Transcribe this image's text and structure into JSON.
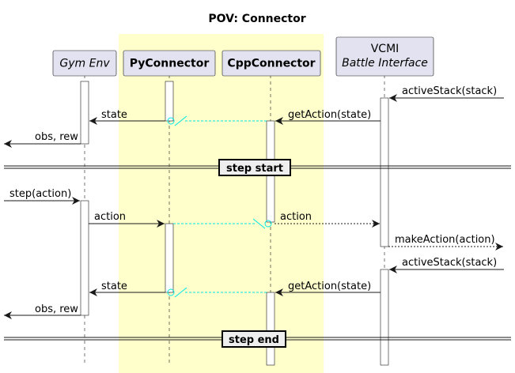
{
  "title": "POV: Connector",
  "participants": {
    "gym_env": "Gym Env",
    "py_connector": "PyConnector",
    "cpp_connector": "CppConnector",
    "vcmi_line1": "VCMI",
    "vcmi_line2": "Battle Interface"
  },
  "messages": {
    "m1": "activeStack(stack)",
    "m2": "getAction(state)",
    "m3": "state",
    "m4": "obs, rew",
    "m5": "step(action)",
    "m6": "action",
    "m7": "action",
    "m8": "makeAction(action)",
    "m9": "activeStack(stack)",
    "m10": "getAction(state)",
    "m11": "state",
    "m12": "obs, rew"
  },
  "dividers": {
    "d1": "step start",
    "d2": "step end"
  },
  "colors": {
    "participant_fill": "#E2E2F0",
    "box_fill": "#FFFFCC",
    "async_line": "#00E5E5",
    "line": "#181818"
  }
}
